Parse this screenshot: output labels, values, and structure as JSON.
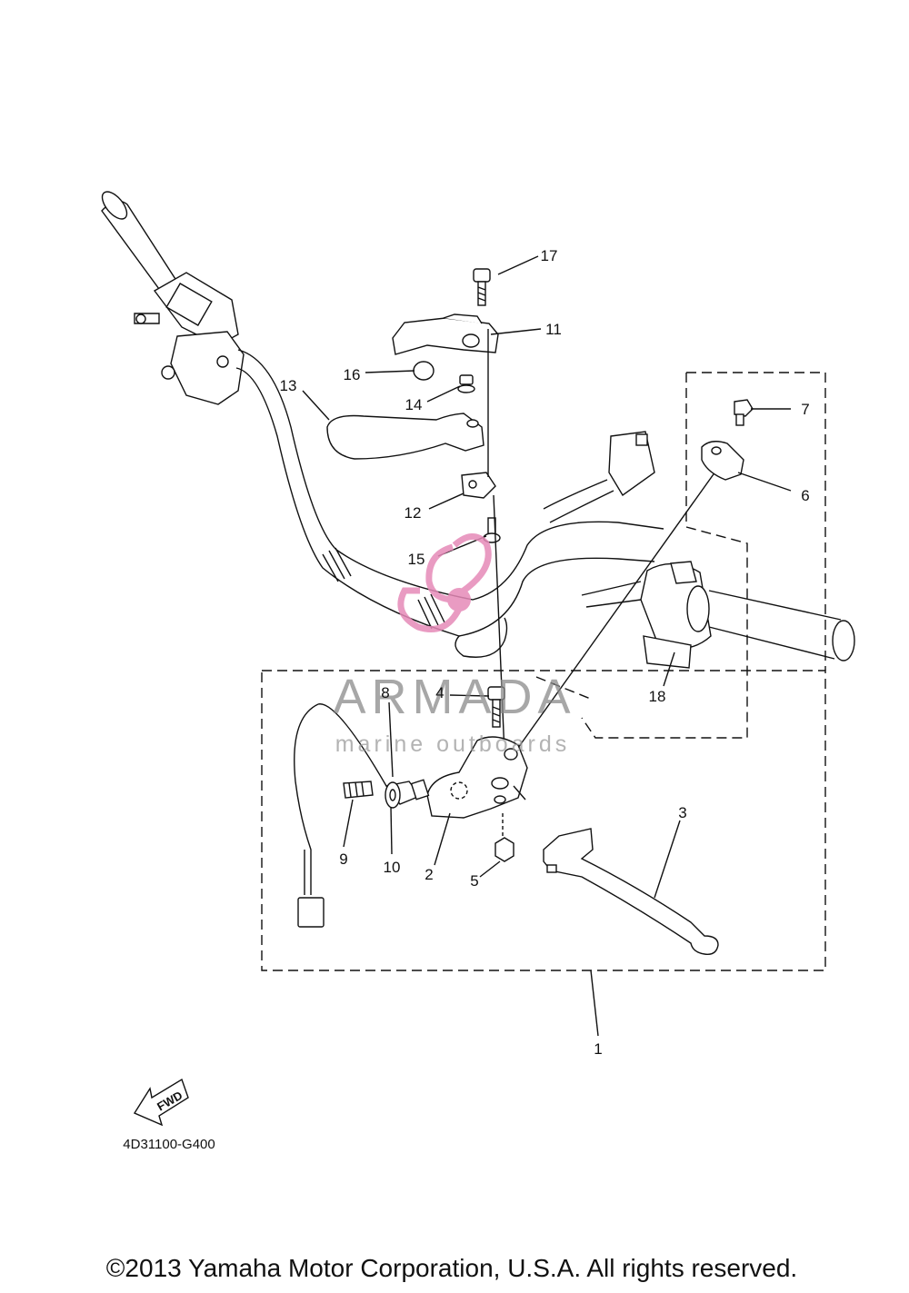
{
  "diagram_code": "4D31100-G400",
  "copyright": "©2013 Yamaha Motor Corporation, U.S.A. All rights reserved.",
  "watermark": {
    "brand": "ARMADA",
    "tagline": "marine outboards",
    "color": "#e68ab8"
  },
  "fwd_label": "FWD",
  "part_callouts": [
    "1",
    "2",
    "3",
    "4",
    "5",
    "6",
    "7",
    "8",
    "9",
    "10",
    "11",
    "12",
    "13",
    "14",
    "15",
    "16",
    "17",
    "18"
  ],
  "colors": {
    "line": "#111111",
    "background": "#ffffff"
  }
}
